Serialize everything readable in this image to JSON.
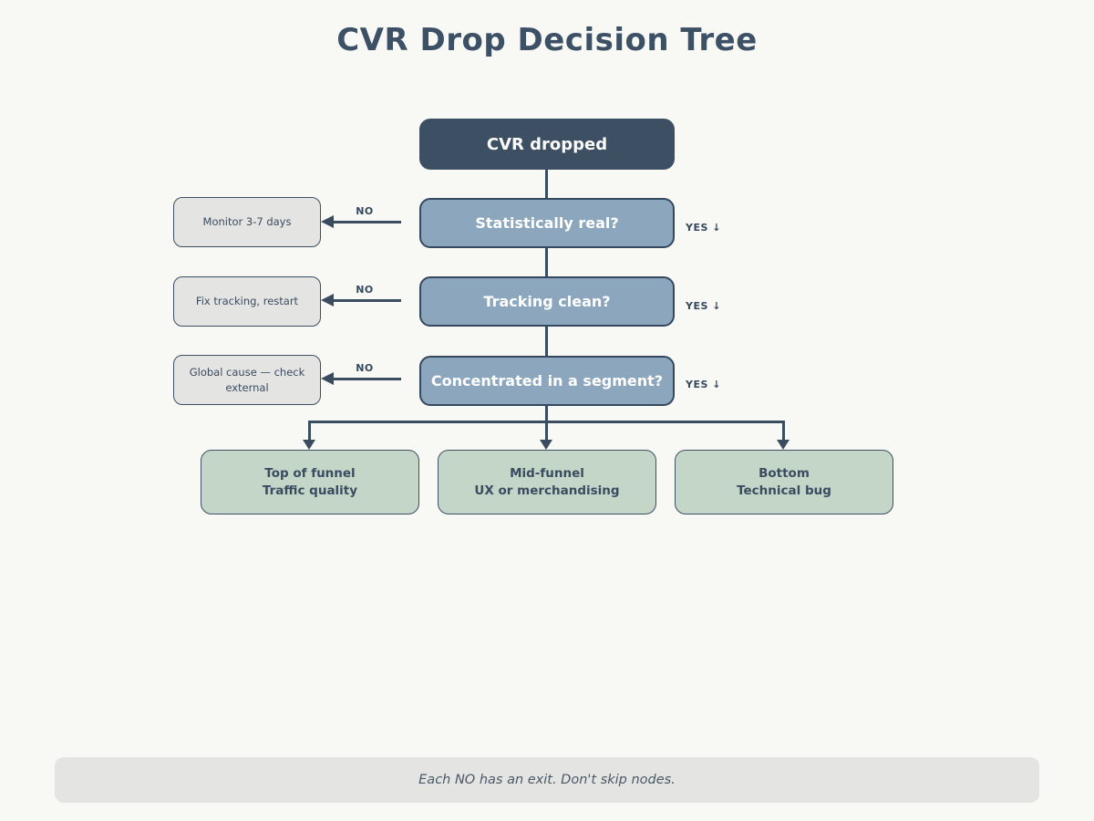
{
  "title": "CVR Drop Decision Tree",
  "root": {
    "label": "CVR dropped"
  },
  "decisions": [
    {
      "label": "Statistically real?",
      "no_label": "NO",
      "yes_label": "YES ↓",
      "no_exit": "Monitor 3-7 days"
    },
    {
      "label": "Tracking clean?",
      "no_label": "NO",
      "yes_label": "YES ↓",
      "no_exit": "Fix tracking, restart"
    },
    {
      "label": "Concentrated in a segment?",
      "no_label": "NO",
      "yes_label": "YES ↓",
      "no_exit": "Global cause — check external"
    }
  ],
  "leaves": [
    {
      "line1": "Top of funnel",
      "line2": "Traffic quality"
    },
    {
      "line1": "Mid-funnel",
      "line2": "UX or merchandising"
    },
    {
      "line1": "Bottom",
      "line2": "Technical bug"
    }
  ],
  "footer": {
    "note": "Each NO has an exit. Don't skip nodes."
  },
  "colors": {
    "background": "#f8f8f5",
    "title_text": "#3d5166",
    "root_fill": "#3d4f63",
    "decision_fill": "#8ca7bd",
    "decision_border": "#35495e",
    "exit_fill": "#e4e4e2",
    "leaf_fill": "#c3d6c7",
    "connector": "#3a4c60",
    "footer_fill": "#e4e4e2"
  }
}
